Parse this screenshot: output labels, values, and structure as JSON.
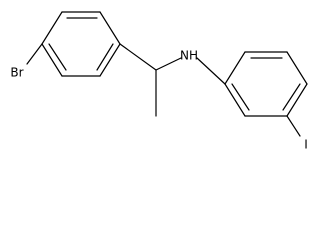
{
  "molecule": {
    "atoms": {
      "br": "Br",
      "nh": "NH",
      "iodine": "I"
    }
  }
}
